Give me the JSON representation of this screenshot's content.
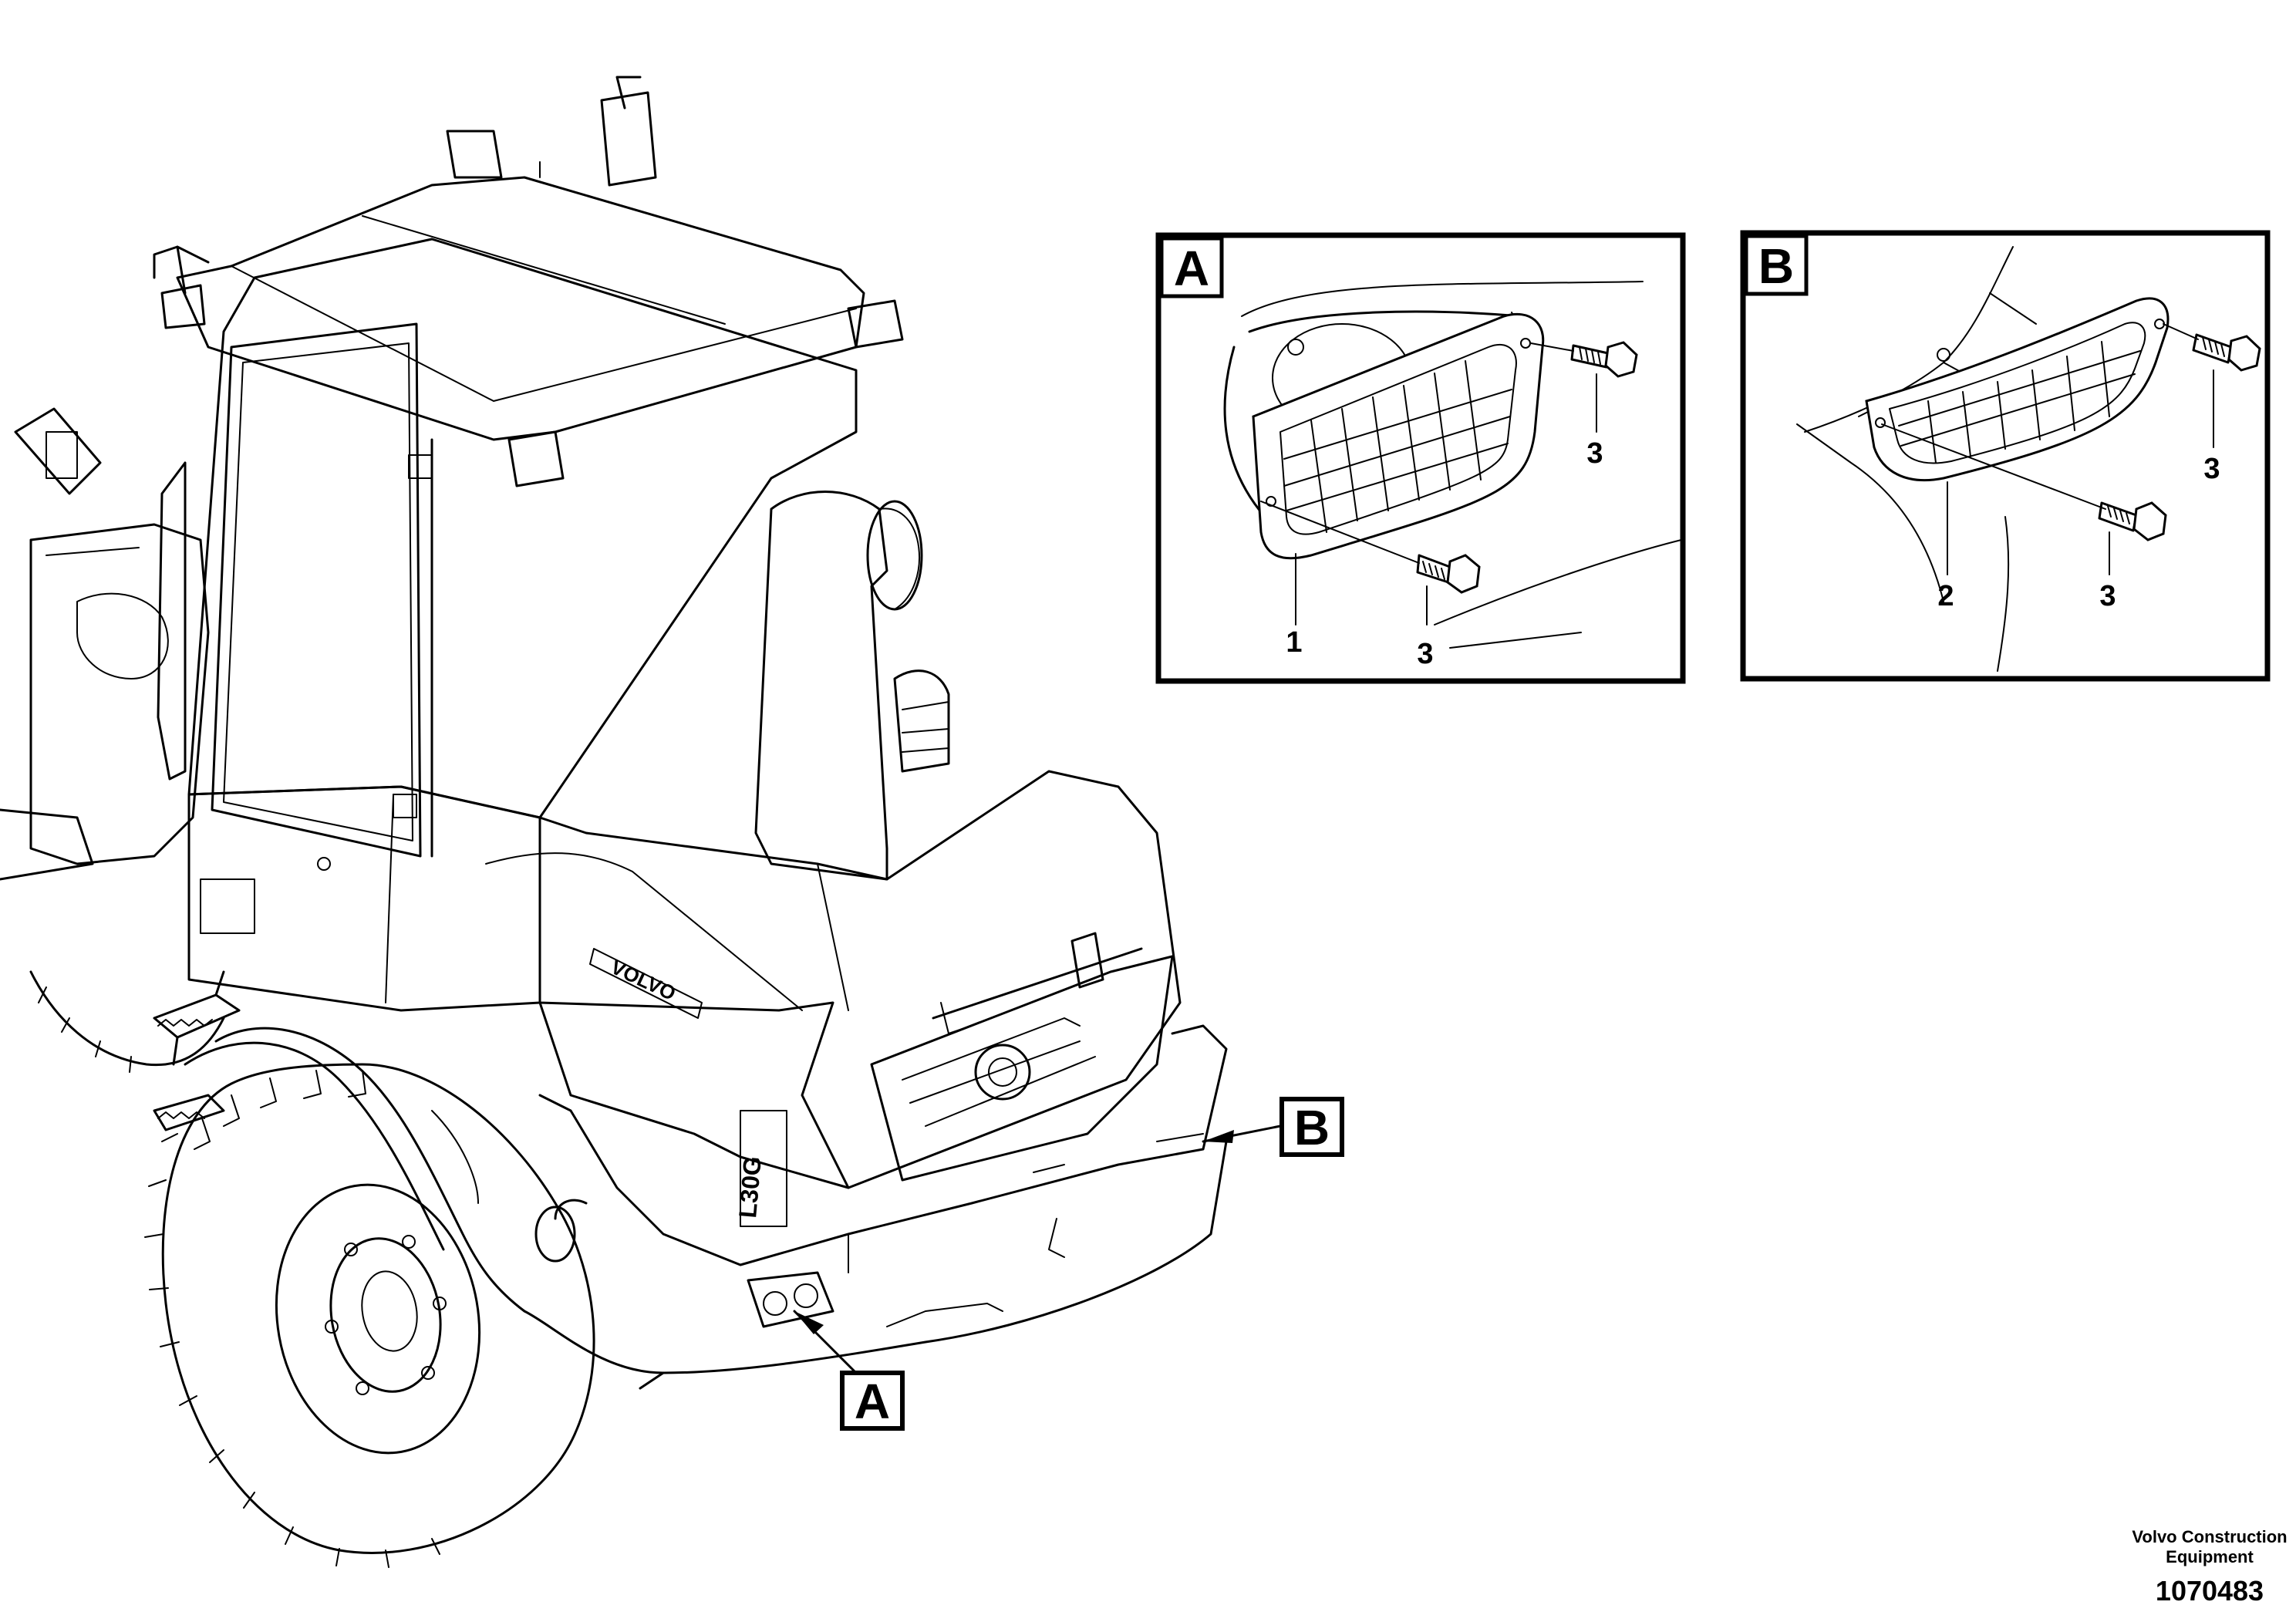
{
  "machine": {
    "brand_badge": "VOLVO",
    "model_badge": "L30G"
  },
  "callouts": {
    "A": "A",
    "B": "B"
  },
  "detail_A": {
    "title": "A",
    "parts": [
      "1",
      "3",
      "3"
    ]
  },
  "detail_B": {
    "title": "B",
    "parts": [
      "2",
      "3",
      "3"
    ]
  },
  "footer": {
    "company_line1": "Volvo Construction",
    "company_line2": "Equipment",
    "drawing_number": "1070483"
  }
}
